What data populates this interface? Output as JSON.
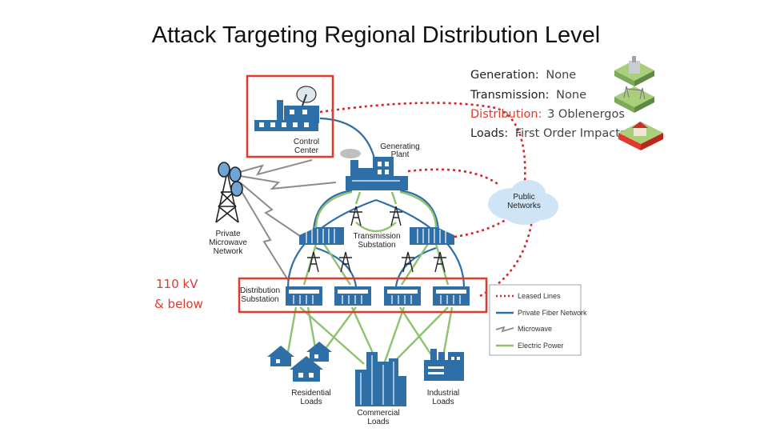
{
  "title": "Attack Targeting Regional Distribution Level",
  "summary": {
    "generation": {
      "label": "Generation:",
      "value": "None"
    },
    "transmission": {
      "label": "Transmission:",
      "value": "None"
    },
    "distribution": {
      "label": "Distribution:",
      "value": "3 Oblenergos"
    },
    "loads": {
      "label": "Loads:",
      "value": "First Order Impacts"
    }
  },
  "voltage_label": {
    "line1": "110 kV",
    "line2": "& below"
  },
  "nodes": {
    "control_center": {
      "line1": "Control",
      "line2": "Center"
    },
    "generating_plant": {
      "line1": "Generating",
      "line2": "Plant"
    },
    "private_microwave": {
      "line1": "Private",
      "line2": "Microwave",
      "line3": "Network"
    },
    "public_networks": {
      "line1": "Public",
      "line2": "Networks"
    },
    "transmission_substation": {
      "line1": "Transmission",
      "line2": "Substation"
    },
    "distribution_substation": {
      "line1": "Distribution",
      "line2": "Substation"
    },
    "residential_loads": {
      "line1": "Residential",
      "line2": "Loads"
    },
    "commercial_loads": {
      "line1": "Commercial",
      "line2": "Loads"
    },
    "industrial_loads": {
      "line1": "Industrial",
      "line2": "Loads"
    }
  },
  "legend": [
    {
      "label": "Leased Lines",
      "color": "#d8232a",
      "style": "dotted"
    },
    {
      "label": "Private Fiber Network",
      "color": "#2e6fa7",
      "style": "solid"
    },
    {
      "label": "Microwave",
      "color": "#8c8c8c",
      "style": "zigzag"
    },
    {
      "label": "Electric Power",
      "color": "#8dc26f",
      "style": "solid"
    }
  ],
  "colors": {
    "attack_highlight": "#e03a2c",
    "leased_lines": "#d8232a",
    "fiber": "#2e6fa7",
    "microwave": "#8c8c8c",
    "power": "#8dc26f",
    "building": "#2e6fa7"
  }
}
